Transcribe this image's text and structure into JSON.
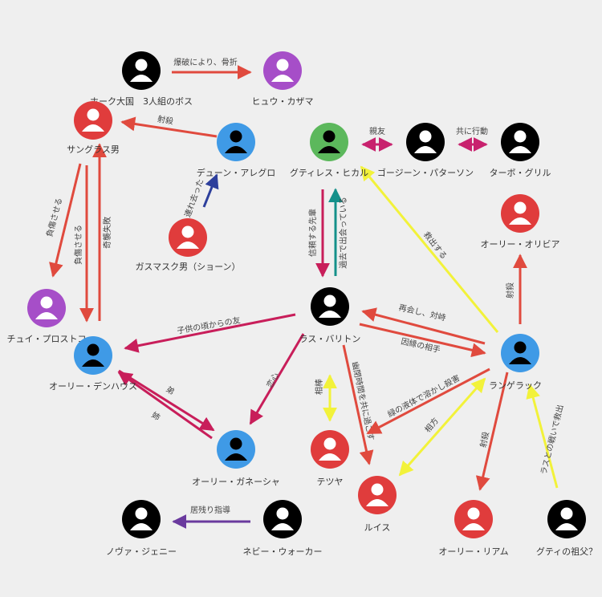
{
  "colors": {
    "red": "#e03c3c",
    "black": "#000000",
    "purple": "#a64ec8",
    "blue": "#3f9ae6",
    "green": "#5cb85c",
    "edge_red": "#e04a3e",
    "edge_crimson": "#c81e5a",
    "edge_pink": "#c8226e",
    "edge_yellow": "#f2f23a",
    "edge_teal": "#14908a",
    "edge_navy": "#2d3f9c",
    "edge_violet": "#6a3a9e"
  },
  "nodes": [
    {
      "id": "hawk",
      "label": "ホーク大国　3人組のボス",
      "color": "black"
    },
    {
      "id": "hyu",
      "label": "ヒュウ・カザマ",
      "color": "purple"
    },
    {
      "id": "sunglass",
      "label": "サングラス男",
      "color": "red"
    },
    {
      "id": "dune",
      "label": "デューン・アレグロ",
      "color": "blue"
    },
    {
      "id": "gutiles",
      "label": "グティレス・ヒカル",
      "color": "green"
    },
    {
      "id": "gorgeen",
      "label": "ゴージーン・パターソン",
      "color": "black"
    },
    {
      "id": "turbo",
      "label": "ターボ・グリル",
      "color": "black"
    },
    {
      "id": "gasmask",
      "label": "ガスマスク男（ショーン）",
      "color": "red"
    },
    {
      "id": "olivia",
      "label": "オーリー・オリビア",
      "color": "red"
    },
    {
      "id": "chui",
      "label": "チュイ・プロストコ",
      "color": "purple"
    },
    {
      "id": "ras",
      "label": "ラス・バリトン",
      "color": "black"
    },
    {
      "id": "denhaus",
      "label": "オーリー・デンハウス",
      "color": "blue"
    },
    {
      "id": "langerack",
      "label": "ランゲラック",
      "color": "blue"
    },
    {
      "id": "ganesha",
      "label": "オーリー・ガネーシャ",
      "color": "blue"
    },
    {
      "id": "tetsuya",
      "label": "テツヤ",
      "color": "red"
    },
    {
      "id": "louis",
      "label": "ルイス",
      "color": "red"
    },
    {
      "id": "liam",
      "label": "オーリー・リアム",
      "color": "red"
    },
    {
      "id": "grandpa",
      "label": "グティの祖父？",
      "color": "black"
    },
    {
      "id": "nova",
      "label": "ノヴァ・ジェニー",
      "color": "black"
    },
    {
      "id": "navy",
      "label": "ネビー・ウォーカー",
      "color": "black"
    }
  ],
  "edges": [
    {
      "id": "e1",
      "label": "爆破により、骨折",
      "color": "edge_red"
    },
    {
      "id": "e2",
      "label": "射殺",
      "color": "edge_red"
    },
    {
      "id": "e3",
      "label": "連れ去った",
      "color": "edge_navy"
    },
    {
      "id": "e4",
      "label": "親友",
      "color": "edge_pink"
    },
    {
      "id": "e5",
      "label": "共に行動",
      "color": "edge_pink"
    },
    {
      "id": "e6",
      "label": "負傷させる",
      "color": "edge_red"
    },
    {
      "id": "e7",
      "label": "負傷させる",
      "color": "edge_red"
    },
    {
      "id": "e8",
      "label": "奇襲失敗",
      "color": "edge_red"
    },
    {
      "id": "e9",
      "label": "信頼する先輩",
      "color": "edge_crimson"
    },
    {
      "id": "e10",
      "label": "過去で出会っている",
      "color": "edge_teal"
    },
    {
      "id": "e11",
      "label": "救出する",
      "color": "edge_yellow"
    },
    {
      "id": "e12",
      "label": "射殺",
      "color": "edge_red"
    },
    {
      "id": "e13",
      "label": "子供の頃からの友",
      "color": "edge_crimson"
    },
    {
      "id": "e14",
      "label": "再会し、対峙",
      "color": "edge_red"
    },
    {
      "id": "e15",
      "label": "因縁の相手",
      "color": "edge_red"
    },
    {
      "id": "e16",
      "label": "弟",
      "color": "edge_crimson"
    },
    {
      "id": "e17",
      "label": "姉",
      "color": "edge_crimson"
    },
    {
      "id": "e18",
      "label": "恋心",
      "color": "edge_crimson"
    },
    {
      "id": "e19",
      "label": "相棒",
      "color": "edge_yellow"
    },
    {
      "id": "e20",
      "label": "幽閉時間を共に過ごす",
      "color": "edge_red"
    },
    {
      "id": "e21",
      "label": "緑の液体で溶かし殺害",
      "color": "edge_red"
    },
    {
      "id": "e22",
      "label": "相方",
      "color": "edge_yellow"
    },
    {
      "id": "e23",
      "label": "射殺",
      "color": "edge_red"
    },
    {
      "id": "e24",
      "label": "ラスとの戦いで救出",
      "color": "edge_yellow"
    },
    {
      "id": "e25",
      "label": "居残り指導",
      "color": "edge_violet"
    }
  ]
}
